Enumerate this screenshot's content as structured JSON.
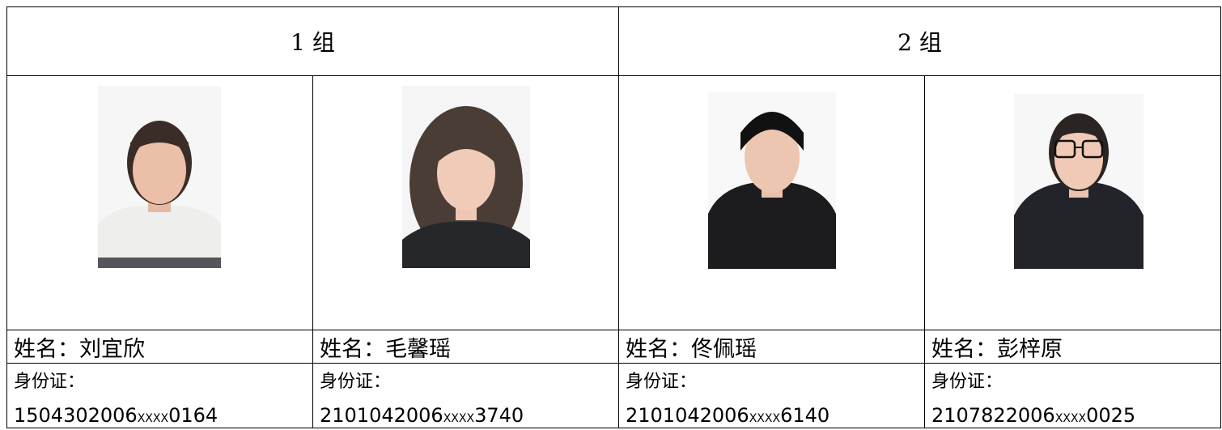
{
  "groups": [
    {
      "label": "1 组"
    },
    {
      "label": "2 组"
    }
  ],
  "people": [
    {
      "name": "姓名：刘宜欣",
      "id_label": "身份证：",
      "id_prefix": "1504302006",
      "id_mask": "XXXX",
      "id_suffix": "0164"
    },
    {
      "name": "姓名：毛馨瑶",
      "id_label": "身份证：",
      "id_prefix": "2101042006",
      "id_mask": "XXXX",
      "id_suffix": "3740"
    },
    {
      "name": "姓名：佟佩瑶",
      "id_label": "身份证：",
      "id_prefix": "2101042006",
      "id_mask": "XXXX",
      "id_suffix": "6140"
    },
    {
      "name": "姓名：彭梓原",
      "id_label": "身份证：",
      "id_prefix": "2107822006",
      "id_mask": "XXXX",
      "id_suffix": "0025"
    }
  ]
}
